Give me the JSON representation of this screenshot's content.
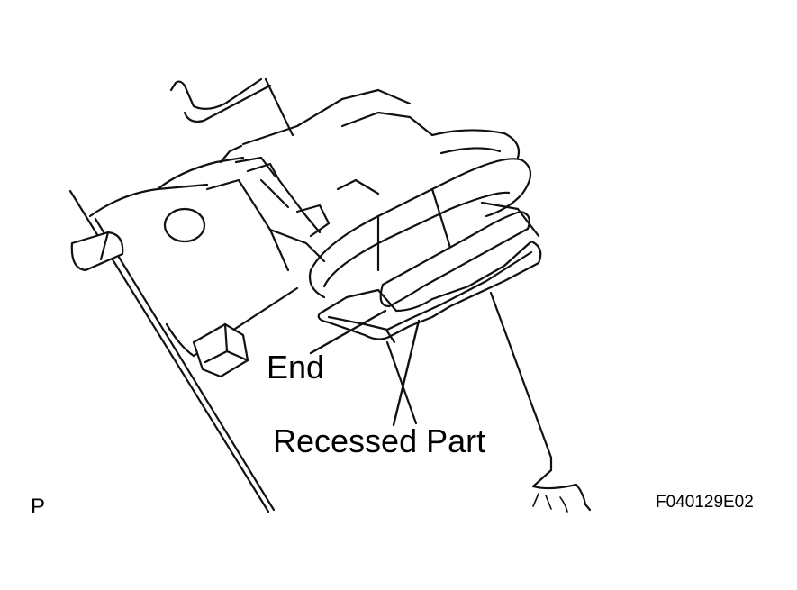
{
  "callouts": {
    "end": "End",
    "recessed_part": "Recessed Part"
  },
  "view_marker": "P",
  "figure_id": "F040129E02",
  "colors": {
    "line": "#111111",
    "background": "#ffffff"
  }
}
